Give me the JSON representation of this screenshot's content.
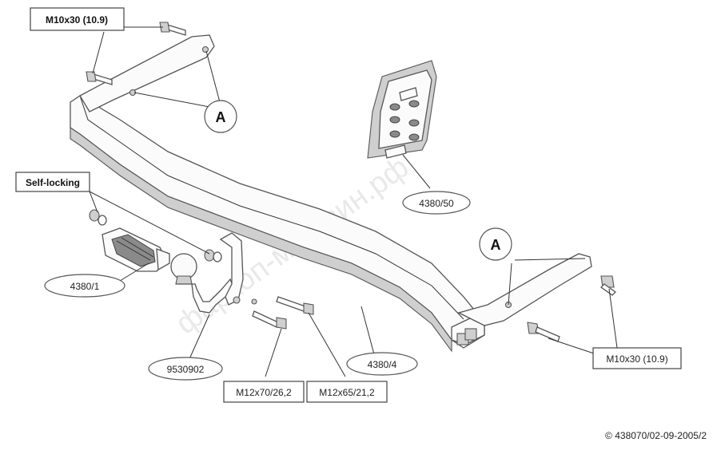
{
  "labels": {
    "bolt_top": "M10x30 (10.9)",
    "bolt_right": "M10x30 (10.9)",
    "self_locking": "Self-locking",
    "ref_A_top": "A",
    "ref_A_right": "A",
    "part_bracket_plate": "4380/50",
    "part_side_bracket": "4380/1",
    "part_ball": "9530902",
    "part_crossbar": "4380/4",
    "bolt_m12_70": "M12x70/26,2",
    "bolt_m12_65": "M12x65/21,2"
  },
  "watermark": "фаркоп-магазин.рф",
  "copyright": "© 438070/02-09-2005/2"
}
